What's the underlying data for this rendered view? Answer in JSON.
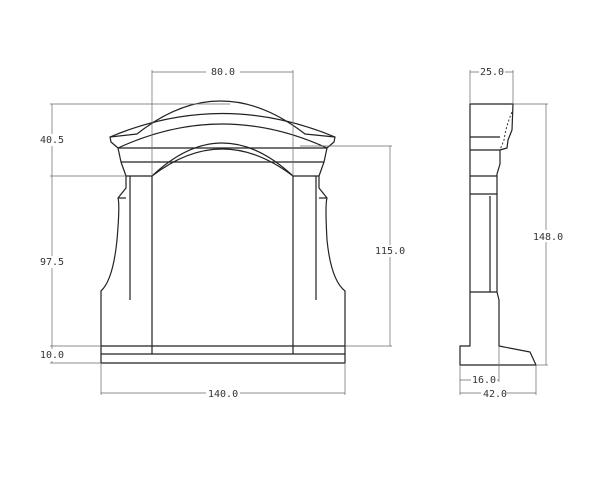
{
  "drawing": {
    "front_view": {
      "dimensions": {
        "top_width": "80.0",
        "crown_height": "40.5",
        "body_height": "97.5",
        "base_height": "10.0",
        "opening_height": "115.0",
        "overall_width": "140.0"
      }
    },
    "side_view": {
      "dimensions": {
        "top_depth": "25.0",
        "overall_height": "148.0",
        "hearth_depth": "16.0",
        "overall_depth": "42.0"
      }
    },
    "colors": {
      "line": "#222222",
      "dimension_line": "#666666",
      "background": "#ffffff"
    }
  }
}
